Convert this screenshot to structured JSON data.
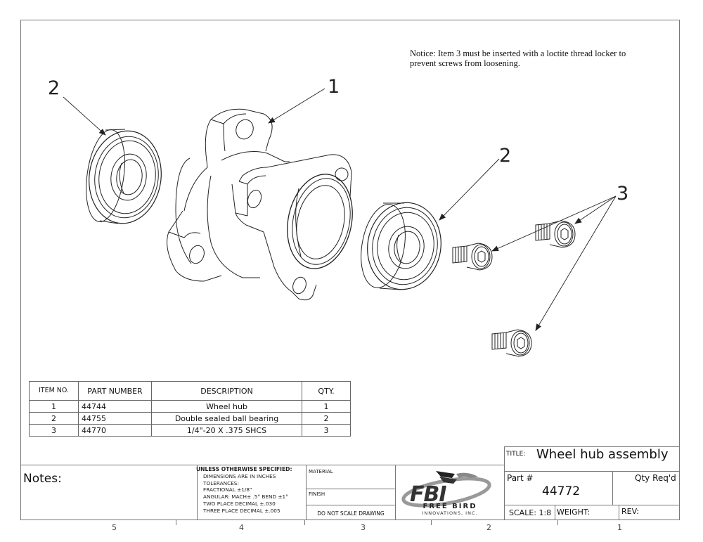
{
  "notice": "Notice:  Item 3 must be inserted with a loctite thread locker to prevent screws from loosening.",
  "balloons": [
    {
      "item": "2",
      "target": "left-bearing"
    },
    {
      "item": "1",
      "target": "wheel-hub"
    },
    {
      "item": "2",
      "target": "right-bearing"
    },
    {
      "item": "3",
      "target": "screws"
    }
  ],
  "bom": {
    "headers": {
      "item_no": "ITEM NO.",
      "part_number": "PART NUMBER",
      "description": "DESCRIPTION",
      "qty": "QTY."
    },
    "rows": [
      {
        "item_no": "1",
        "part_number": "44744",
        "description": "Wheel hub",
        "qty": "1"
      },
      {
        "item_no": "2",
        "part_number": "44755",
        "description": "Double sealed ball bearing",
        "qty": "2"
      },
      {
        "item_no": "3",
        "part_number": "44770",
        "description": "1/4\"-20 X .375 SHCS",
        "qty": "3"
      }
    ]
  },
  "title_block": {
    "notes_label": "Notes:",
    "tolerances": {
      "heading": "UNLESS OTHERWISE SPECIFIED:",
      "lines": [
        "DIMENSIONS ARE IN INCHES",
        "TOLERANCES:",
        "FRACTIONAL ±1/8\"",
        "ANGULAR: MACH± .5°  BEND  ±1°",
        "TWO PLACE DECIMAL    ±.030",
        "THREE PLACE DECIMAL  ±.005"
      ]
    },
    "material_label": "MATERIAL",
    "finish_label": "FINISH",
    "do_not_scale": "DO NOT SCALE DRAWING",
    "logo": {
      "mark": "FBI",
      "line1": "FREE BIRD",
      "line2": "INNOVATIONS, INC."
    },
    "title_label": "TITLE:",
    "title": "Wheel hub assembly",
    "part_label": "Part #",
    "part_number": "44772",
    "qty_label": "Qty Req'd",
    "scale": "SCALE: 1:8",
    "weight_label": "WEIGHT:",
    "rev_label": "REV:"
  },
  "zones": [
    "5",
    "4",
    "3",
    "2",
    "1"
  ]
}
